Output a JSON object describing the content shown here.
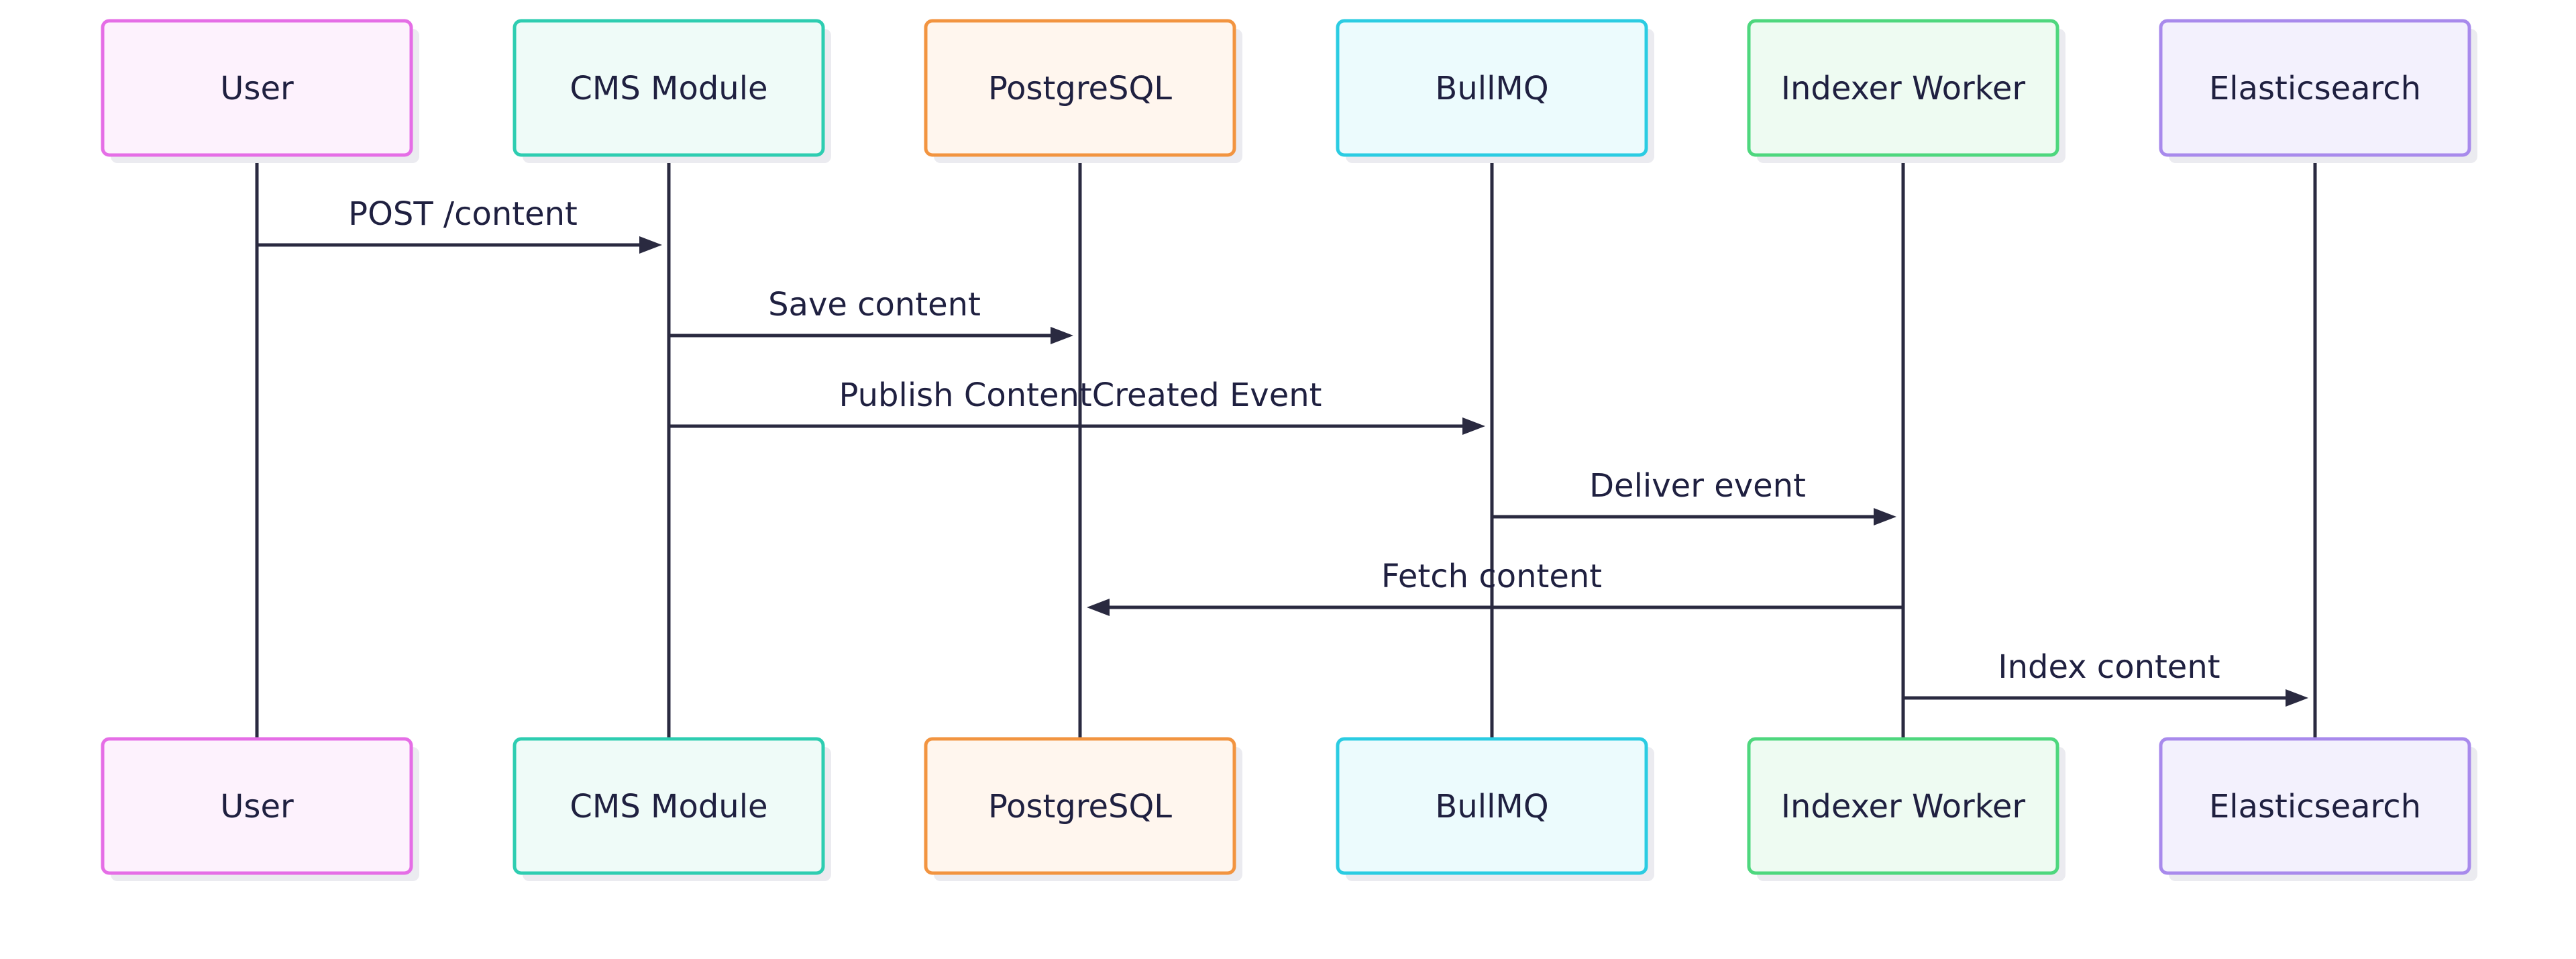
{
  "participants": [
    {
      "id": "user",
      "label": "User",
      "stroke": "#e56ee6",
      "fill": "#fdf2fd"
    },
    {
      "id": "cms",
      "label": "CMS Module",
      "stroke": "#2ecdb1",
      "fill": "#effbf8"
    },
    {
      "id": "postgres",
      "label": "PostgreSQL",
      "stroke": "#f29440",
      "fill": "#fff6ee"
    },
    {
      "id": "bullmq",
      "label": "BullMQ",
      "stroke": "#2bcce2",
      "fill": "#ecfbfd"
    },
    {
      "id": "indexer",
      "label": "Indexer Worker",
      "stroke": "#4ed77e",
      "fill": "#eefbf2"
    },
    {
      "id": "elastic",
      "label": "Elasticsearch",
      "stroke": "#a88aec",
      "fill": "#f3f1fd"
    }
  ],
  "messages": [
    {
      "from": "user",
      "to": "cms",
      "label": "POST /content"
    },
    {
      "from": "cms",
      "to": "postgres",
      "label": "Save content"
    },
    {
      "from": "cms",
      "to": "bullmq",
      "label": "Publish ContentCreated Event"
    },
    {
      "from": "bullmq",
      "to": "indexer",
      "label": "Deliver event"
    },
    {
      "from": "indexer",
      "to": "postgres",
      "label": "Fetch content"
    },
    {
      "from": "indexer",
      "to": "elastic",
      "label": "Index content"
    }
  ],
  "colors": {
    "line": "#2a2a40",
    "text": "#1f2040",
    "shadow": "#ebebf0"
  }
}
